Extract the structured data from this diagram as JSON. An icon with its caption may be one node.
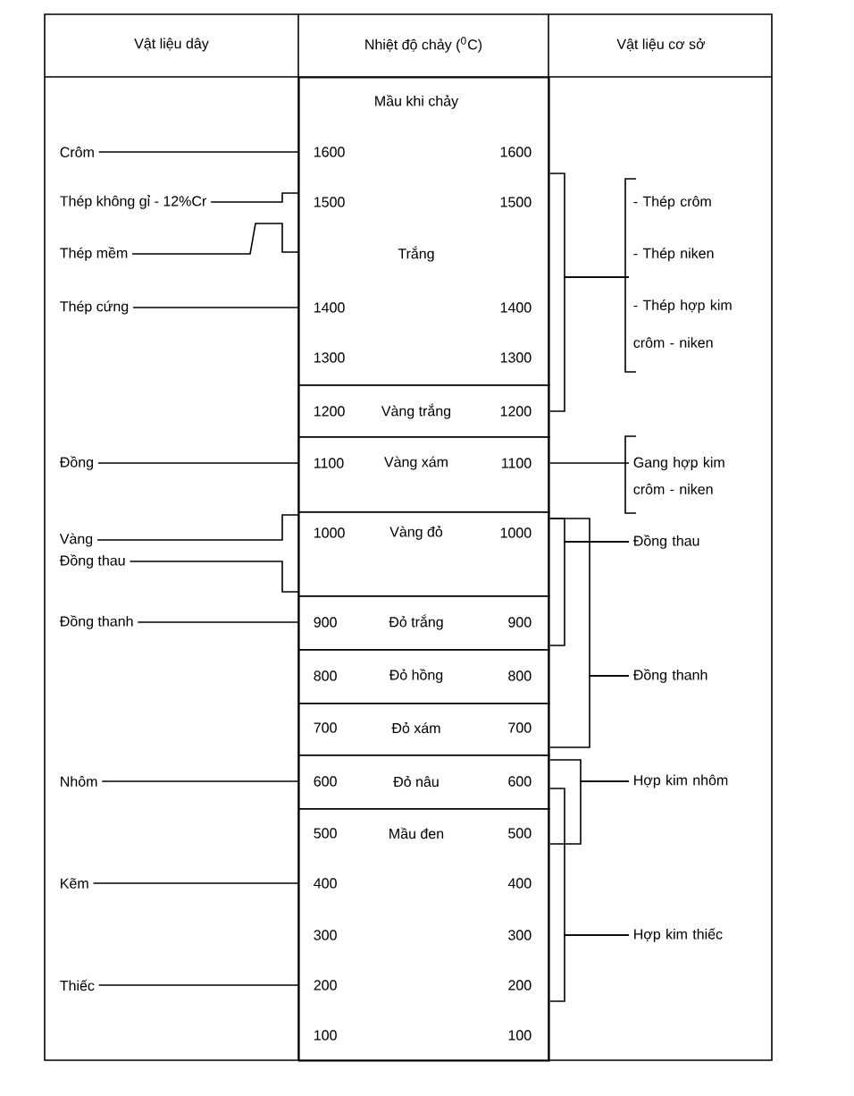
{
  "diagram": {
    "nodes": [
      {
        "text": [
          "Crôm"
        ]
      },
      {
        "text": [
          "Thép không gỉ - 12%Cr"
        ]
      },
      {
        "text": [
          "Thép mềm"
        ]
      },
      {
        "text": [
          "Thép cứng"
        ]
      },
      {
        "text": [
          "Đồng"
        ]
      },
      {
        "text": [
          "Vàng"
        ]
      },
      {
        "text": [
          "Đồng thau"
        ]
      },
      {
        "text": [
          "Đồng thanh"
        ]
      },
      {
        "text": [
          "Nhôm"
        ]
      },
      {
        "text": [
          "Kẽm"
        ]
      },
      {
        "text": [
          "Thiếc"
        ]
      },
      {
        "text": [
          "Mầu khi chảy",
          "Trắng"
        ]
      },
      {
        "text": [
          "Vàng trắng"
        ]
      },
      {
        "text": [
          "Vàng xám"
        ]
      },
      {
        "text": [
          "Vàng đỏ"
        ]
      },
      {
        "text": [
          "Đỏ trắng"
        ]
      },
      {
        "text": [
          "Đỏ hồng"
        ]
      },
      {
        "text": [
          "Đỏ xám"
        ]
      },
      {
        "text": [
          "Đỏ nâu"
        ]
      },
      {
        "text": [
          "Mầu đen"
        ]
      },
      {
        "text": [
          "- Thép crôm",
          "- Thép niken",
          "- Thép hợp kim crôm - niken"
        ]
      },
      {
        "text": [
          "Gang hợp kim crôm - niken"
        ]
      },
      {
        "text": [
          "Đồng thau"
        ]
      },
      {
        "text": [
          "Đồng thanh"
        ]
      },
      {
        "text": [
          "Hợp kim nhôm"
        ]
      },
      {
        "text": [
          "Hợp kim thiếc"
        ]
      }
    ],
    "edges": [
      {
        "from": 0,
        "to": 11,
        "arrow": "none"
      },
      {
        "from": 1,
        "to": 11,
        "arrow": "none"
      },
      {
        "from": 2,
        "to": 11,
        "arrow": "none"
      },
      {
        "from": 3,
        "to": 11,
        "arrow": "none"
      },
      {
        "from": 4,
        "to": 13,
        "arrow": "none"
      },
      {
        "from": 5,
        "to": 14,
        "arrow": "none"
      },
      {
        "from": 6,
        "to": 14,
        "arrow": "none"
      },
      {
        "from": 7,
        "to": 15,
        "arrow": "none"
      },
      {
        "from": 8,
        "to": 18,
        "arrow": "none"
      },
      {
        "from": 9,
        "to": 19,
        "arrow": "none"
      },
      {
        "from": 10,
        "to": 19,
        "arrow": "none"
      },
      {
        "from": 11,
        "to": 20,
        "arrow": "none"
      },
      {
        "from": 12,
        "to": 20,
        "arrow": "none"
      },
      {
        "from": 13,
        "to": 21,
        "arrow": "none"
      },
      {
        "from": 14,
        "to": 22,
        "arrow": "none"
      },
      {
        "from": 15,
        "to": 22,
        "arrow": "none"
      },
      {
        "from": 14,
        "to": 23,
        "arrow": "none"
      },
      {
        "from": 17,
        "to": 23,
        "arrow": "none"
      },
      {
        "from": 18,
        "to": 24,
        "arrow": "none"
      },
      {
        "from": 19,
        "to": 24,
        "arrow": "none"
      },
      {
        "from": 18,
        "to": 25,
        "arrow": "none"
      },
      {
        "from": 19,
        "to": 25,
        "arrow": "none"
      }
    ],
    "labels": [
      "Vật liệu dây",
      "Nhiệt độ chảy ($^{0}$C)",
      "Vật liệu cơ sở",
      "1600",
      "1600",
      "1500",
      "1500",
      "1400",
      "1400",
      "1300",
      "1300",
      "1200",
      "1200",
      "1100",
      "1100",
      "1000",
      "1000",
      "900",
      "900",
      "800",
      "800",
      "700",
      "700",
      "600",
      "600",
      "500",
      "500",
      "400",
      "400",
      "300",
      "300",
      "200",
      "200",
      "100",
      "100"
    ]
  }
}
